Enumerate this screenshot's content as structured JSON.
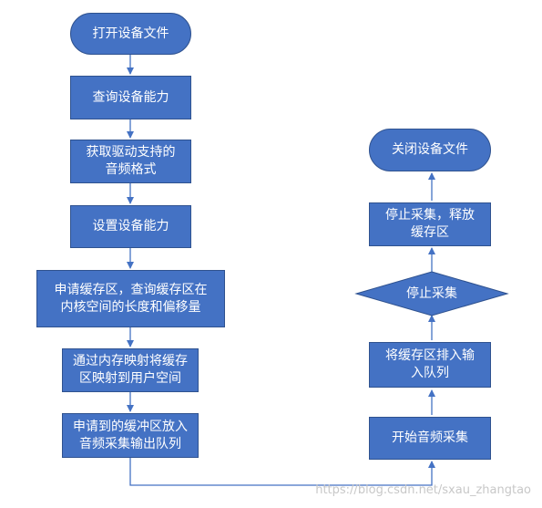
{
  "nodes": {
    "open_device": "打开设备文件",
    "query_capability": "查询设备能力",
    "get_formats": "获取驱动支持的\n音频格式",
    "set_capability": "设置设备能力",
    "request_buffers": "申请缓存区，查询缓存区在\n内核空间的长度和偏移量",
    "mmap_buffers": "通过内存映射将缓存\n区映射到用户空间",
    "queue_buffers": "申请到的缓冲区放入\n音频采集输出队列",
    "start_capture": "开始音频采集",
    "enqueue_buffers": "将缓存区排入输\n入队列",
    "stop_decision": "停止采集",
    "stop_release": "停止采集，释放\n缓存区",
    "close_device": "关闭设备文件"
  },
  "colors": {
    "fill": "#4472c4",
    "border": "#2f528f",
    "connector": "#4472c4"
  },
  "watermark": "https://blog.csdn.net/sxau_zhangtao"
}
